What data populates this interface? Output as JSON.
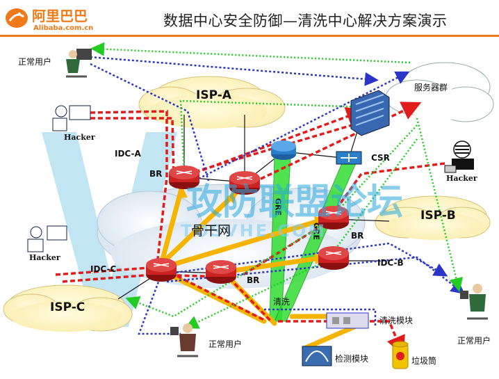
{
  "header": {
    "logo_text": "阿里巴巴",
    "logo_sub": "Alibaba.com.cn",
    "title": "数据中心安全防御—清洗中心解决方案演示"
  },
  "clouds": {
    "isp_a": "ISP-A",
    "isp_b": "ISP-B",
    "isp_c": "ISP-C",
    "backbone": "骨干网",
    "servers": "服务器群"
  },
  "labels": {
    "normal_user_top": "正常用户",
    "normal_user_bottom": "正常用户",
    "normal_user_right": "正常用户",
    "hacker_left_top": "Hacker",
    "hacker_left": "Hacker",
    "hacker_right": "Hacker",
    "idc_a": "IDC-A",
    "idc_b": "IDC-B",
    "idc_c": "IDC-C",
    "br_1": "BR",
    "br_2": "BR",
    "br_3": "BR",
    "csr": "CSR",
    "cleaning_module": "清洗模块",
    "detect_module": "检测模块",
    "garbage": "垃圾筒",
    "cleaning_center": "清洗",
    "gre_1": "GRE",
    "gre_2": "GRE"
  },
  "watermark": {
    "main": "攻防联盟论坛",
    "sub": "TOSVHE.COM"
  },
  "colors": {
    "attack": "#e21b1b",
    "normal": "#22cc22",
    "control": "#2b36c8",
    "clean_flow": "#f5b400",
    "gre": "#33dd33",
    "router": "#cc2222",
    "brand": "#f07a1a"
  }
}
